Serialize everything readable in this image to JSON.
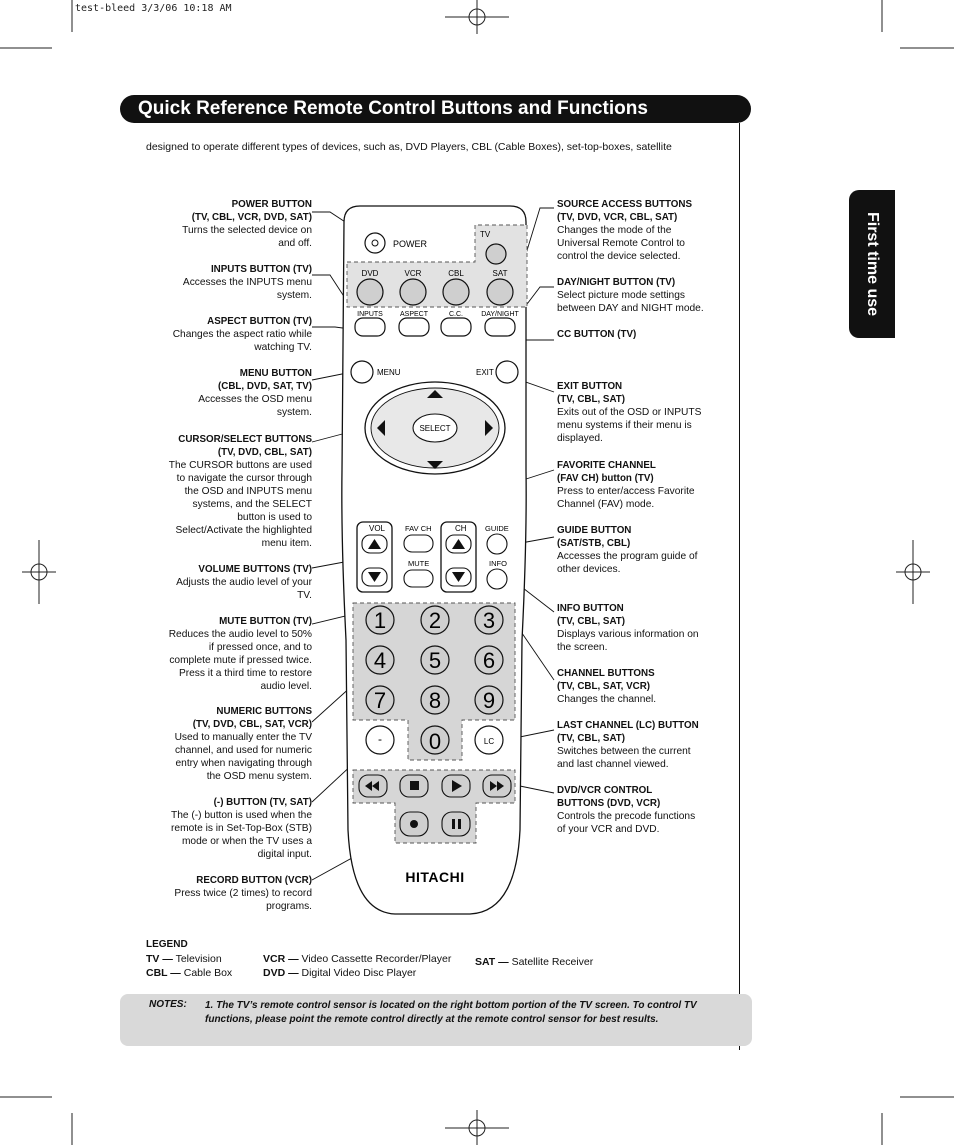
{
  "print_header": "test-bleed  3/3/06  10:18 AM",
  "title": "Quick Reference Remote Control Buttons and Functions",
  "side_tab": "First time use",
  "intro": "designed to operate different types of devices, such as, DVD Players, CBL (Cable Boxes), set-top-boxes, satellite",
  "left_callouts": [
    {
      "title": "POWER BUTTON\n(TV, CBL, VCR, DVD, SAT)",
      "desc": "Turns the selected device on\nand off."
    },
    {
      "title": "INPUTS BUTTON (TV)",
      "desc": "Accesses the INPUTS menu\nsystem."
    },
    {
      "title": "ASPECT BUTTON (TV)",
      "desc": "Changes the aspect ratio while\nwatching TV."
    },
    {
      "title": "MENU BUTTON\n(CBL, DVD, SAT, TV)",
      "desc": "Accesses the OSD menu\nsystem."
    },
    {
      "title": "CURSOR/SELECT BUTTONS\n(TV, DVD, CBL, SAT)",
      "desc": "The CURSOR buttons are used\nto navigate the cursor through\nthe OSD and INPUTS menu\nsystems, and the SELECT\nbutton is used to\nSelect/Activate the highlighted\nmenu item."
    },
    {
      "title": "VOLUME BUTTONS (TV)",
      "desc": "Adjusts the audio level of your\nTV."
    },
    {
      "title": "MUTE BUTTON (TV)",
      "desc": "Reduces the audio level to 50%\nif pressed once, and to\ncomplete mute if pressed twice.\nPress it a third time to restore\naudio level."
    },
    {
      "title": "NUMERIC BUTTONS\n(TV, DVD, CBL, SAT, VCR)",
      "desc": "Used to manually enter the TV\nchannel, and used for numeric\nentry when navigating through\nthe OSD menu system."
    },
    {
      "title": "(-) BUTTON (TV, SAT)",
      "desc": "The (-) button is used when the\nremote is in Set-Top-Box (STB)\nmode or when the TV uses a\ndigital input."
    },
    {
      "title": "RECORD BUTTON (VCR)",
      "desc": "Press twice (2 times) to record\nprograms."
    }
  ],
  "right_callouts": [
    {
      "title": "SOURCE ACCESS BUTTONS\n(TV, DVD, VCR, CBL, SAT)",
      "desc": "Changes the mode of the\nUniversal Remote Control to\ncontrol the device selected."
    },
    {
      "title": "DAY/NIGHT BUTTON (TV)",
      "desc": "Select picture mode settings\nbetween DAY and NIGHT mode."
    },
    {
      "title": "CC BUTTON (TV)",
      "desc": ""
    },
    {
      "title": "EXIT BUTTON\n(TV, CBL, SAT)",
      "desc": "Exits out of the OSD or INPUTS\nmenu systems if their menu is\ndisplayed."
    },
    {
      "title": "FAVORITE CHANNEL\n(FAV CH) button (TV)",
      "desc": "Press to enter/access Favorite\nChannel (FAV) mode."
    },
    {
      "title": "GUIDE BUTTON\n(SAT/STB, CBL)",
      "desc": "Accesses the program guide of\nother devices."
    },
    {
      "title": "INFO BUTTON\n(TV, CBL, SAT)",
      "desc": "Displays various information on\nthe screen."
    },
    {
      "title": "CHANNEL BUTTONS\n(TV, CBL, SAT, VCR)",
      "desc": "Changes the channel."
    },
    {
      "title": "LAST CHANNEL (LC) BUTTON\n(TV, CBL, SAT)",
      "desc": "Switches between the current\nand last channel viewed."
    },
    {
      "title": "DVD/VCR CONTROL\nBUTTONS (DVD, VCR)",
      "desc": "Controls the precode functions\nof your VCR and DVD."
    }
  ],
  "remote": {
    "power": "POWER",
    "tv": "TV",
    "sources": [
      "DVD",
      "VCR",
      "CBL",
      "SAT"
    ],
    "func_row": [
      "INPUTS",
      "ASPECT",
      "C.C.",
      "DAY/NIGHT"
    ],
    "menu": "MENU",
    "exit": "EXIT",
    "select": "SELECT",
    "vol": "VOL",
    "fav_ch": "FAV CH",
    "ch": "CH",
    "guide": "GUIDE",
    "mute": "MUTE",
    "info": "INFO",
    "digits": [
      "1",
      "2",
      "3",
      "4",
      "5",
      "6",
      "7",
      "8",
      "9"
    ],
    "zero": "0",
    "dash": "-",
    "lc": "LC",
    "brand": "HITACHI"
  },
  "legend": {
    "heading": "LEGEND",
    "items": [
      {
        "abbr": "TV —",
        "text": "Television"
      },
      {
        "abbr": "CBL —",
        "text": "Cable Box"
      },
      {
        "abbr": "VCR —",
        "text": "Video Cassette Recorder/Player"
      },
      {
        "abbr": "DVD —",
        "text": "Digital Video Disc Player"
      },
      {
        "abbr": "SAT —",
        "text": "Satellite Receiver"
      }
    ]
  },
  "notes": {
    "label": "NOTES:",
    "text": "1.  The TV’s remote control sensor is located on the right bottom portion of the TV screen.  To control TV functions, please point the remote control directly at the remote control sensor for best results."
  }
}
